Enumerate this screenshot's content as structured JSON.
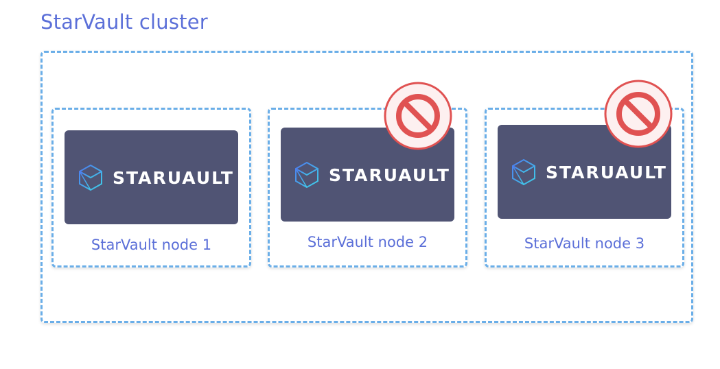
{
  "cluster": {
    "title": "StarVault cluster"
  },
  "nodes": [
    {
      "label": "StarVault node 1",
      "logo_text": "STARUAULT",
      "status": "online"
    },
    {
      "label": "StarVault node 2",
      "logo_text": "STARUAULT",
      "status": "blocked"
    },
    {
      "label": "StarVault node 3",
      "logo_text": "STARUAULT",
      "status": "blocked"
    }
  ],
  "colors": {
    "accent": "#5b6fd8",
    "dashed_border": "#6aaee8",
    "logo_background": "#505474",
    "blocked_red": "#e05252",
    "blocked_fill": "#fdf0f0"
  },
  "icons": {
    "logo": "starvault-cube-icon",
    "blocked": "no-entry-icon"
  }
}
